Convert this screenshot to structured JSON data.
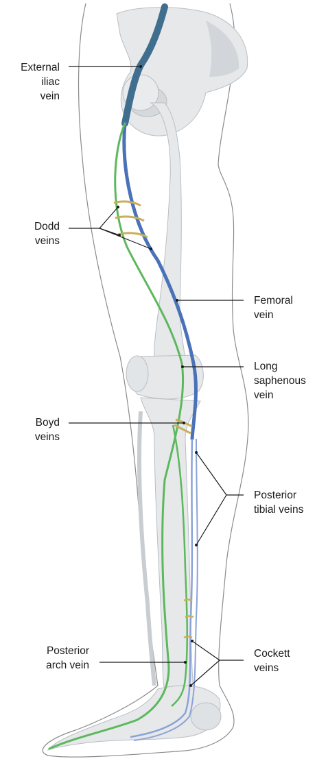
{
  "labels": {
    "external_iliac": [
      "External",
      "iliac",
      "vein"
    ],
    "dodd": [
      "Dodd",
      "veins"
    ],
    "femoral": [
      "Femoral",
      "vein"
    ],
    "long_saphenous": [
      "Long",
      "saphenous",
      "vein"
    ],
    "boyd": [
      "Boyd",
      "veins"
    ],
    "posterior_tibial": [
      "Posterior",
      "tibial veins"
    ],
    "posterior_arch": [
      "Posterior",
      "arch vein"
    ],
    "cockett": [
      "Cockett",
      "veins"
    ]
  },
  "colors": {
    "deep_vein": "#4a72b8",
    "deep_vein_light": "#8aa3d6",
    "superficial_vein": "#5cb85c",
    "perforator_vein": "#c9ae5d",
    "iliac_vein": "#3f6e8e",
    "bone": "#e6e8ea",
    "bone_shade": "#c9cdd1",
    "outline": "#8a8a8a"
  }
}
